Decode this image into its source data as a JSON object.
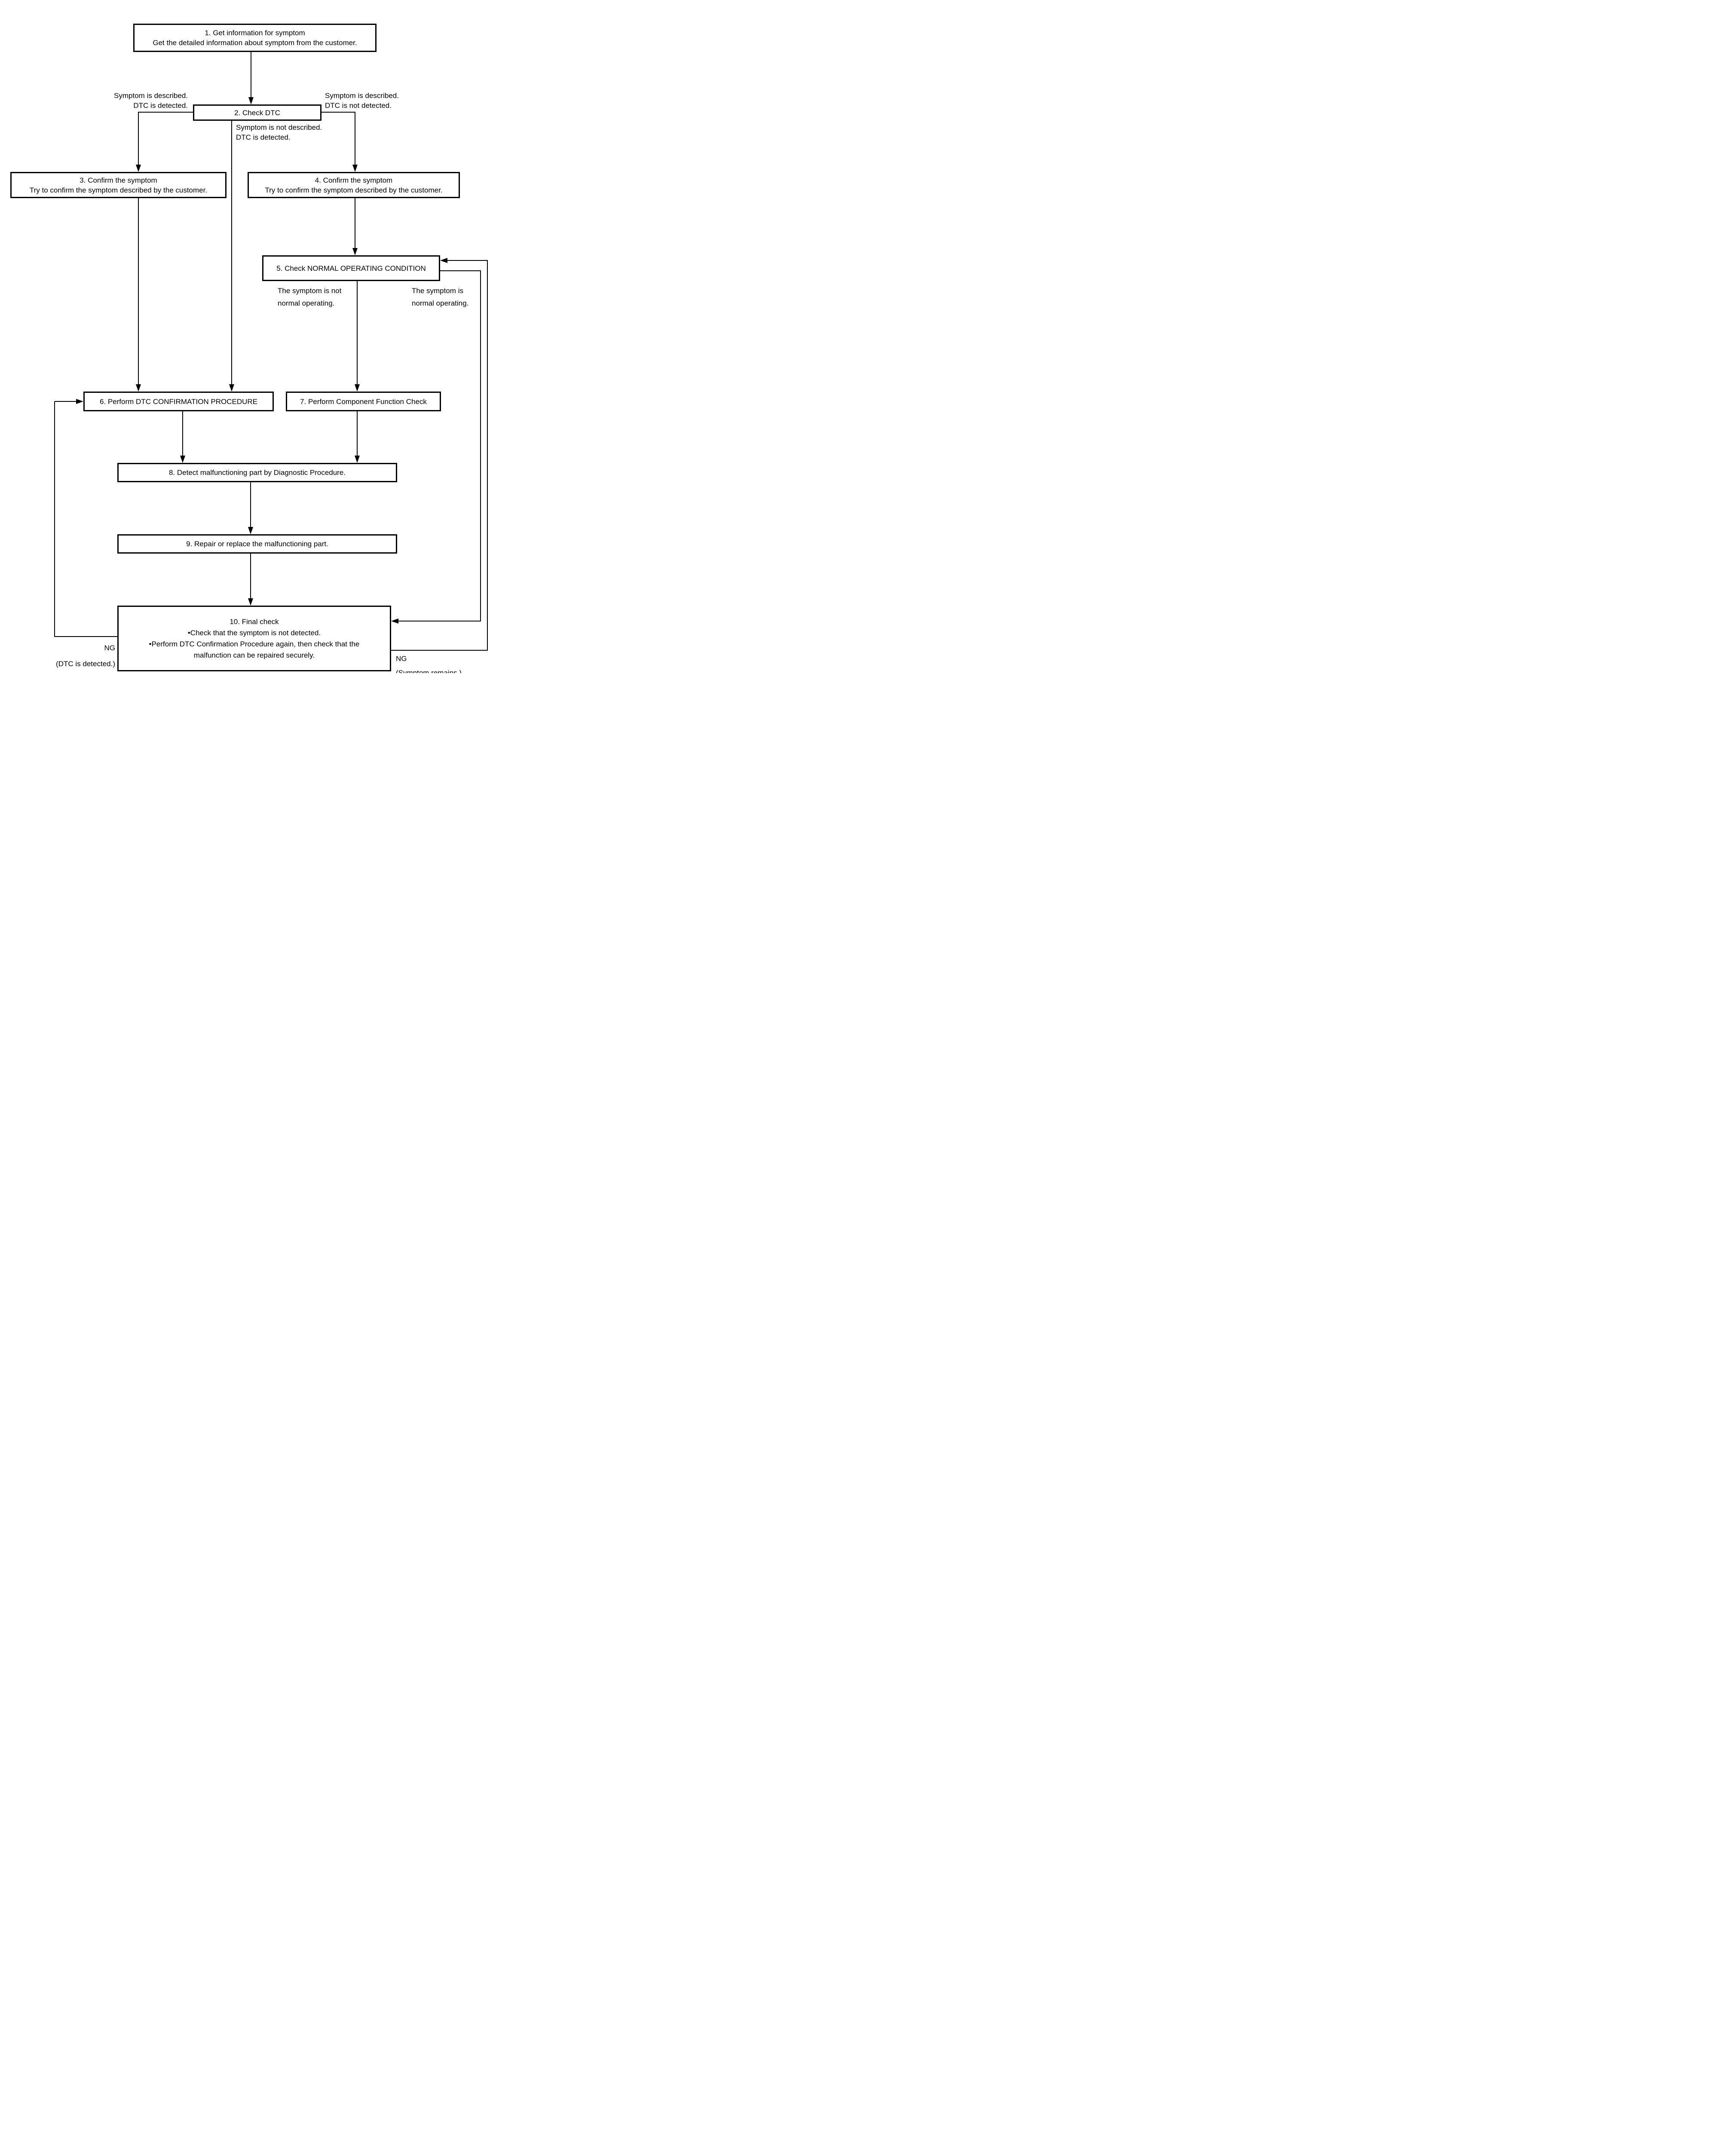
{
  "diagram": {
    "colors": {
      "ink": "#000000",
      "background": "#ffffff"
    },
    "nodes": {
      "n1": {
        "lines": [
          "1. Get information for symptom",
          "Get the detailed information about symptom from the customer."
        ]
      },
      "n2": {
        "lines": [
          "2. Check DTC"
        ]
      },
      "n3": {
        "lines": [
          "3. Confirm the symptom",
          "Try to confirm the symptom described by the customer."
        ]
      },
      "n4": {
        "lines": [
          "4. Confirm the symptom",
          "Try to confirm the symptom described by the customer."
        ]
      },
      "n5": {
        "lines": [
          "5. Check NORMAL OPERATING CONDITION"
        ]
      },
      "n6": {
        "lines": [
          "6. Perform DTC CONFIRMATION PROCEDURE"
        ]
      },
      "n7": {
        "lines": [
          "7. Perform Component Function Check"
        ]
      },
      "n8": {
        "lines": [
          "8. Detect malfunctioning part by Diagnostic Procedure."
        ]
      },
      "n9": {
        "lines": [
          "9. Repair or replace the malfunctioning part."
        ]
      },
      "n10": {
        "lines": [
          "10. Final check",
          "•Check that the symptom is not detected.",
          "•Perform DTC Confirmation Procedure again, then check that the",
          "malfunction can be repaired securely."
        ]
      }
    },
    "edge_labels": {
      "branch_left": {
        "lines": [
          "Symptom is described.",
          "DTC is detected."
        ]
      },
      "branch_right": {
        "lines": [
          "Symptom is described.",
          "DTC is not detected."
        ]
      },
      "branch_middle": {
        "lines": [
          "Symptom is not described.",
          "DTC is detected."
        ]
      },
      "symptom_not_normal": {
        "lines": [
          "The symptom is not",
          "normal operating."
        ]
      },
      "symptom_normal": {
        "lines": [
          "The symptom is",
          "normal operating."
        ]
      },
      "ng_left": {
        "lines": [
          "NG",
          "(DTC is detected.)"
        ]
      },
      "ng_right": {
        "lines": [
          "NG",
          "(Symptom remains.)"
        ]
      }
    }
  }
}
